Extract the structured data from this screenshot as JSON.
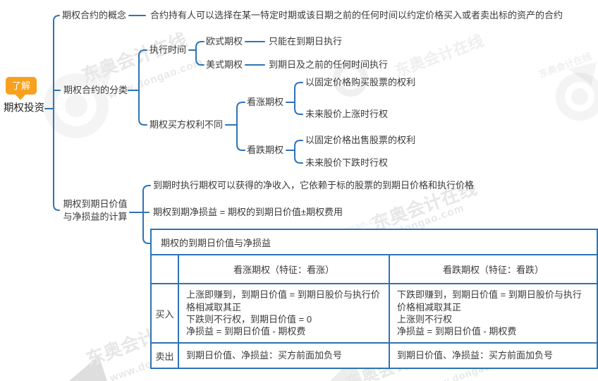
{
  "badge": {
    "label": "了解"
  },
  "root": {
    "label": "期权投资"
  },
  "branches": {
    "concept": {
      "label": "期权合约的概念",
      "desc": "合约持有人可以选择在某一特定时期或该日期之前的任何时间以约定价格买入或者卖出标的资产的合约"
    },
    "classification": {
      "label": "期权合约的分类",
      "exec_time": {
        "label": "执行时间",
        "european": {
          "label": "欧式期权",
          "desc": "只能在到期日执行"
        },
        "american": {
          "label": "美式期权",
          "desc": "到期日及之前的任何时间执行"
        }
      },
      "buyer_rights": {
        "label": "期权买方权利不同",
        "call": {
          "label": "看涨期权",
          "desc1": "以固定价格购买股票的权利",
          "desc2": "未来股价上涨时行权"
        },
        "put": {
          "label": "看跌期权",
          "desc1": "以固定价格出售股票的权利",
          "desc2": "未来股价下跌时行权"
        }
      }
    },
    "maturity": {
      "label_line1": "期权到期日价值",
      "label_line2": "与净损益的计算",
      "desc1": "到期时执行期权可以获得的净收入，它依赖于标的股票的到期日价格和执行价格",
      "desc2": "期权到期净损益 = 期权的到期日价值±期权费用"
    }
  },
  "table": {
    "title": "期权的到期日价值与净损益",
    "corner": "",
    "col_headers": [
      "看涨期权（特征：看涨）",
      "看跌期权（特征：看跌）"
    ],
    "rows": [
      {
        "label": "买入",
        "call": "上涨即赚到，到期日价值 = 到期日股价与执行价格相减取其正\n下跌则不行权，到期日价值 = 0\n净损益 = 到期日价值 - 期权费",
        "put": "下跌即赚到，到期日价值 = 到期日股价与执行价格相减取其正\n上涨则不行权\n净损益 = 到期日价值 - 期权费"
      },
      {
        "label": "卖出",
        "call": "到期日价值、净损益：买方前面加负号",
        "put": "到期日价值、净损益：买方前面加负号"
      }
    ]
  },
  "watermark": {
    "brand": "东奥会计在线",
    "url": "www.dongao.com"
  },
  "colors": {
    "line": "#2e74b5",
    "badge": "#f7a11e",
    "text": "#3a3a3a",
    "watermark": "#e7e7e7"
  }
}
